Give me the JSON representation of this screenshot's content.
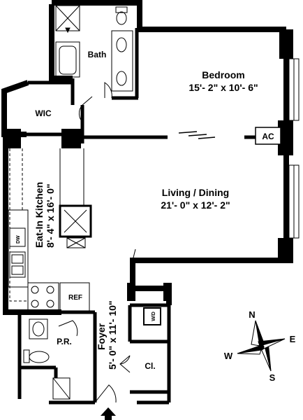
{
  "rooms": {
    "bedroom": {
      "name": "Bedroom",
      "dims": "15'- 2\" x 10'- 6\""
    },
    "living": {
      "name": "Living / Dining",
      "dims": "21'- 0\" x 12'- 2\""
    },
    "kitchen": {
      "name": "Eat-In Kitchen",
      "dims": "8'- 4\" x 16'- 0\""
    },
    "foyer": {
      "name": "Foyer",
      "dims": "5'- 0\" x 11'- 10\""
    },
    "bath": {
      "name": "Bath"
    },
    "wic": {
      "name": "WIC"
    },
    "powder": {
      "name": "P.R."
    },
    "closet": {
      "name": "Cl."
    }
  },
  "fixtures": {
    "ac": "AC",
    "ref": "REF",
    "dw": "DW",
    "washer_dryer": "W/D"
  },
  "compass": {
    "n": "N",
    "e": "E",
    "s": "S",
    "w": "W"
  }
}
